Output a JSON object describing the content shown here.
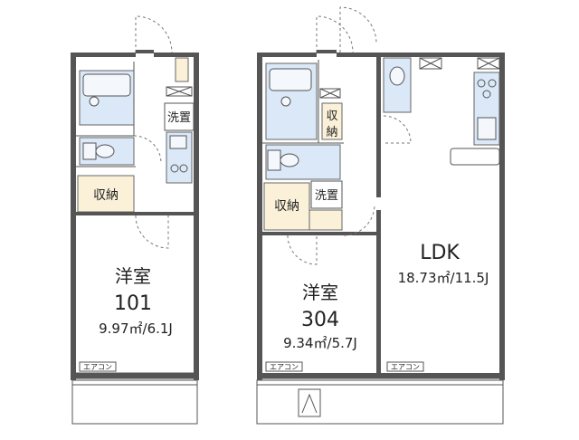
{
  "unit_101": {
    "room_label": "洋室",
    "room_number": "101",
    "room_area": "9.97㎡/6.1J",
    "storage_label": "収納",
    "laundry_label": "洗置",
    "ac_label": "エアコン"
  },
  "unit_304": {
    "room_label": "洋室",
    "room_number": "304",
    "room_area": "9.34㎡/5.7J",
    "storage_label": "収納",
    "storage_small_label": "収納",
    "laundry_label": "洗置",
    "ldk_label": "LDK",
    "ldk_area": "18.73㎡/11.5J",
    "ac_label_room": "エアコン",
    "ac_label_ldk": "エアコン"
  },
  "colors": {
    "wall": "#555555",
    "wet_area": "#dbe8f7",
    "storage": "#fbf1d9",
    "floor": "#ffffff"
  }
}
